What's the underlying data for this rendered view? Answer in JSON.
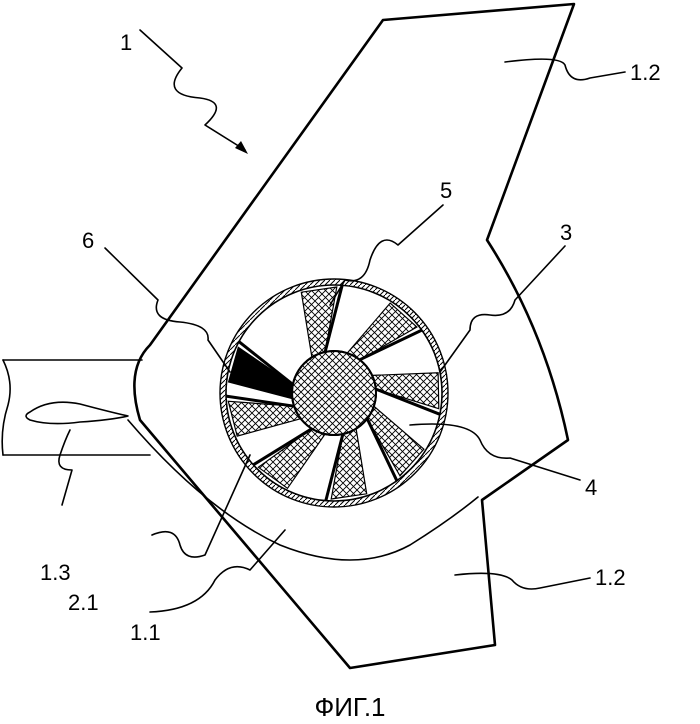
{
  "figure": {
    "caption": "ФИГ.1",
    "labels": {
      "main": "1",
      "ref_5": "5",
      "ref_3": "3",
      "ref_6": "6",
      "ref_1_2_top": "1.2",
      "ref_1_2_bottom": "1.2",
      "ref_4": "4",
      "ref_1_3": "1.3",
      "ref_2_1": "2.1",
      "ref_1_1": "1.1"
    }
  }
}
